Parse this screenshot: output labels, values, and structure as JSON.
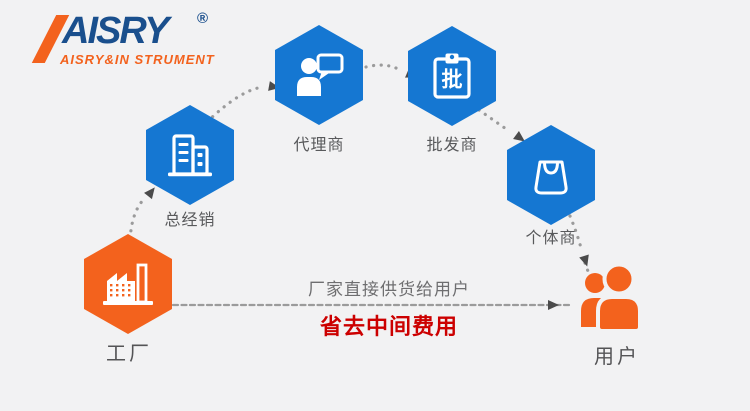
{
  "logo": {
    "brand": "AISRY",
    "reg": "®",
    "tagline": "AISRY&IN STRUMENT",
    "brand_color": "#1a4f8d",
    "accent_color": "#f3621d"
  },
  "colors": {
    "background": "#f2f2f3",
    "hex_blue": "#1577d2",
    "hex_orange": "#f3621d",
    "label_gray": "#58595b",
    "arrow_dot_gray": "#9b9b9b",
    "arrowhead_gray": "#4b4b4b",
    "note_gray": "#6e6e70",
    "note_red": "#cc0000",
    "icon_white": "#ffffff"
  },
  "nodes": [
    {
      "id": "factory",
      "label": "工厂",
      "icon": "factory-icon",
      "shape": "hexagon",
      "color": "orange"
    },
    {
      "id": "general-distributor",
      "label": "总经销",
      "icon": "building-icon",
      "shape": "hexagon",
      "color": "blue"
    },
    {
      "id": "agent",
      "label": "代理商",
      "icon": "person-chat-icon",
      "shape": "hexagon",
      "color": "blue"
    },
    {
      "id": "wholesaler",
      "label": "批发商",
      "icon": "clipboard-icon",
      "badge": "批",
      "shape": "hexagon",
      "color": "blue"
    },
    {
      "id": "retailer",
      "label": "个体商",
      "icon": "shopping-bag-icon",
      "shape": "hexagon",
      "color": "blue"
    },
    {
      "id": "user",
      "label": "用户",
      "icon": "users-icon",
      "shape": "people-silhouette",
      "color": "orange"
    }
  ],
  "flow": {
    "chain": [
      "工厂",
      "总经销",
      "代理商",
      "批发商",
      "个体商",
      "用户"
    ],
    "direct_route_line1": "厂家直接供货给用户",
    "direct_route_line2": "省去中间费用"
  }
}
